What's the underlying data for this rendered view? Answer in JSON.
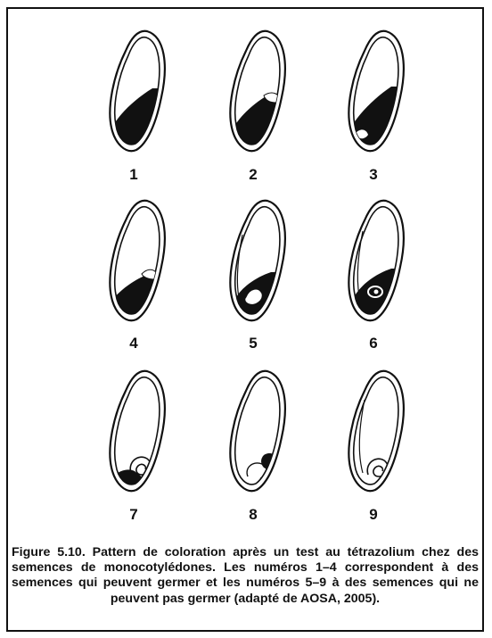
{
  "figure": {
    "seeds": [
      {
        "number": "1",
        "germinable": true
      },
      {
        "number": "2",
        "germinable": true
      },
      {
        "number": "3",
        "germinable": true
      },
      {
        "number": "4",
        "germinable": true
      },
      {
        "number": "5",
        "germinable": false
      },
      {
        "number": "6",
        "germinable": false
      },
      {
        "number": "7",
        "germinable": false
      },
      {
        "number": "8",
        "germinable": false
      },
      {
        "number": "9",
        "germinable": false
      }
    ],
    "caption": "Figure 5.10. Pattern de coloration après un test au tétrazolium chez des semences de monocotylédones. Les numéros 1–4 correspondent à des semences qui peuvent germer et les numéros 5–9 à des semences qui ne peuvent pas germer (adapté de AOSA, 2005).",
    "colors": {
      "stain": "#111111",
      "outline": "#111111",
      "background": "#ffffff"
    }
  }
}
